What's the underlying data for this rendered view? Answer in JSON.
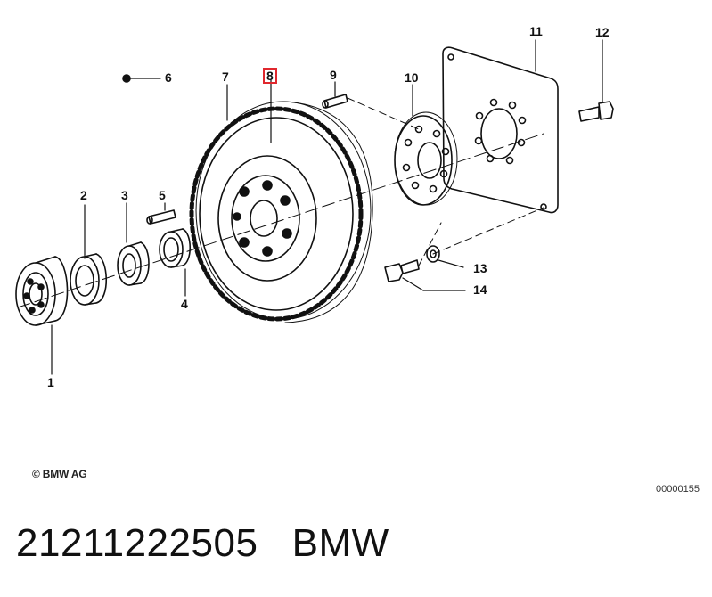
{
  "diagram": {
    "callouts": [
      {
        "id": "1",
        "label": "1"
      },
      {
        "id": "2",
        "label": "2"
      },
      {
        "id": "3",
        "label": "3"
      },
      {
        "id": "4",
        "label": "4"
      },
      {
        "id": "5",
        "label": "5"
      },
      {
        "id": "6",
        "label": "6"
      },
      {
        "id": "7",
        "label": "7"
      },
      {
        "id": "8",
        "label": "8",
        "highlighted": true
      },
      {
        "id": "9",
        "label": "9"
      },
      {
        "id": "10",
        "label": "10"
      },
      {
        "id": "11",
        "label": "11"
      },
      {
        "id": "12",
        "label": "12"
      },
      {
        "id": "13",
        "label": "13"
      },
      {
        "id": "14",
        "label": "14"
      }
    ],
    "copyright": "© BMW AG",
    "diagram_id": "00000155",
    "highlight_color": "#e0282e"
  },
  "footer": {
    "part_number": "21211222505",
    "brand": "BMW"
  }
}
